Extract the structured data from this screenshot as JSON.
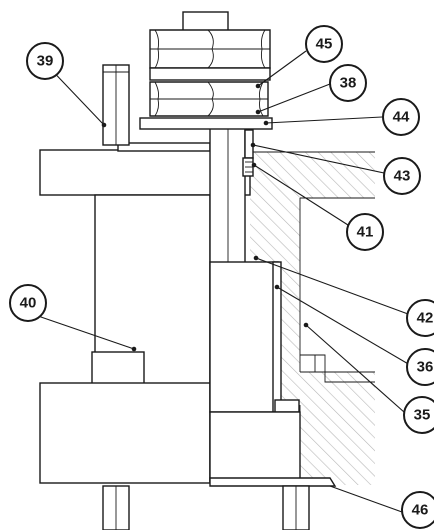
{
  "callouts": [
    {
      "id": "c39",
      "label": "39"
    },
    {
      "id": "c45",
      "label": "45"
    },
    {
      "id": "c38",
      "label": "38"
    },
    {
      "id": "c44",
      "label": "44"
    },
    {
      "id": "c43",
      "label": "43"
    },
    {
      "id": "c41",
      "label": "41"
    },
    {
      "id": "c40",
      "label": "40"
    },
    {
      "id": "c42",
      "label": "42"
    },
    {
      "id": "c36",
      "label": "36"
    },
    {
      "id": "c35",
      "label": "35"
    },
    {
      "id": "c46",
      "label": "46"
    }
  ],
  "colors": {
    "line": "#1a1a1a",
    "hatch": "#b8b8b8",
    "background": "#ffffff"
  }
}
